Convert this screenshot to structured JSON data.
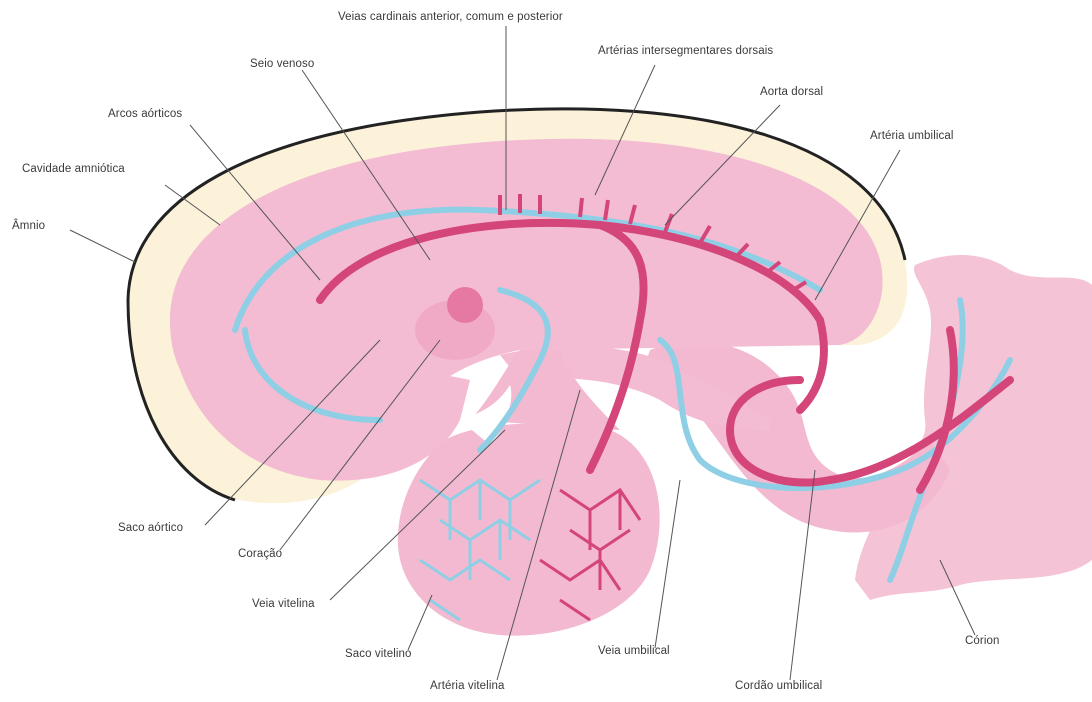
{
  "labels": {
    "veias_cardinais": "Veias cardinais anterior, comum e posterior",
    "seio_venoso": "Seio venoso",
    "arterias_intersegmentares": "Artérias intersegmentares dorsais",
    "aorta_dorsal": "Aorta dorsal",
    "arcos_aorticos": "Arcos aórticos",
    "arteria_umbilical": "Artéria umbilical",
    "cavidade_amniotica": "Cavidade amniótica",
    "amnio": "Âmnio",
    "saco_aortico": "Saco aórtico",
    "coracao": "Coração",
    "veia_vitelina": "Veia vitelina",
    "saco_vitelino": "Saco vitelino",
    "arteria_vitelina": "Artéria vitelina",
    "veia_umbilical": "Veia umbilical",
    "cordao_umbilical": "Cordão umbilical",
    "corion": "Córion"
  },
  "colors": {
    "embryo_pink": "#f4bcd2",
    "amnion_cream": "#fbf2d9",
    "artery": "#d4457a",
    "vein": "#8fcfe6",
    "outline": "#222222",
    "leader": "#555555"
  }
}
